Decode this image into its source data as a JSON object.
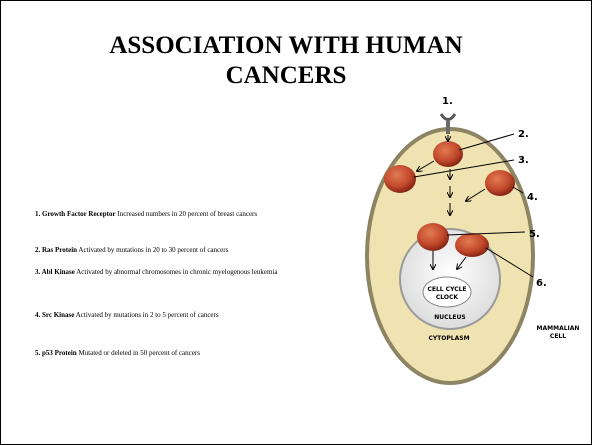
{
  "slide": {
    "title_line1": "ASSOCIATION WITH HUMAN",
    "title_line2": "CANCERS"
  },
  "items": [
    {
      "name": "1. Growth Factor Receptor",
      "desc": " Increased numbers in 20 percent of breast cancers"
    },
    {
      "name": "2. Ras Protein",
      "desc": " Activated by mutations in 20 to 30 percent of cancers"
    },
    {
      "name": "3. Abl Kinase",
      "desc": " Activated by abnormal chromosomes in chronic myelogenous leukemia"
    },
    {
      "name": "4. Src Kinase",
      "desc": " Activated by mutations in 2 to 5 percent of cancers"
    },
    {
      "name": "5. p53 Protein",
      "desc": " Mutated or deleted in 50 percent of cancers"
    }
  ],
  "diagram": {
    "markers": [
      "1.",
      "2.",
      "3.",
      "4.",
      "5.",
      "6."
    ],
    "clock_line1": "CELL CYCLE",
    "clock_line2": "CLOCK",
    "nucleus": "NUCLEUS",
    "cytoplasm": "CYTOPLASM",
    "cell_line1": "MAMMALIAN",
    "cell_line2": "CELL"
  },
  "colors": {
    "cytoplasm": "#efe3b2",
    "membrane": "#8c8463",
    "nucleus": "#eeeeee",
    "protein": "#c1492b",
    "protein_dark": "#7a1d10"
  }
}
